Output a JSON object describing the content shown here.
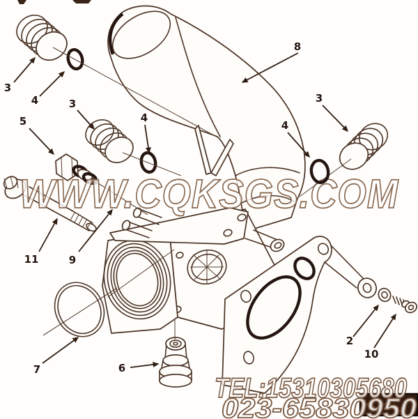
{
  "watermark": {
    "text": "WWW.CQKSGS.COM"
  },
  "contact": {
    "tel_line": "TEL:15310305680",
    "phone_line": "023-65830950"
  },
  "callouts": [
    {
      "label": "3",
      "name": "plug-upper-left"
    },
    {
      "label": "4",
      "name": "oring-upper-left"
    },
    {
      "label": "3",
      "name": "plug-middle"
    },
    {
      "label": "4",
      "name": "oring-middle"
    },
    {
      "label": "5",
      "name": "vent-fitting"
    },
    {
      "label": "8",
      "name": "transfer-tube"
    },
    {
      "label": "3",
      "name": "plug-right"
    },
    {
      "label": "4",
      "name": "oring-right"
    },
    {
      "label": "11",
      "name": "long-bolt"
    },
    {
      "label": "9",
      "name": "housing"
    },
    {
      "label": "7",
      "name": "large-oring"
    },
    {
      "label": "6",
      "name": "bottom-plug"
    },
    {
      "label": "2",
      "name": "washer"
    },
    {
      "label": "10",
      "name": "screw"
    }
  ],
  "colors": {
    "line": "#4a3224",
    "dark_ring": "#241510",
    "label": "#241510",
    "watermark_outline": "#8a6a52",
    "stamp_bg": "#331c12",
    "stamp_border": "#160c07"
  }
}
